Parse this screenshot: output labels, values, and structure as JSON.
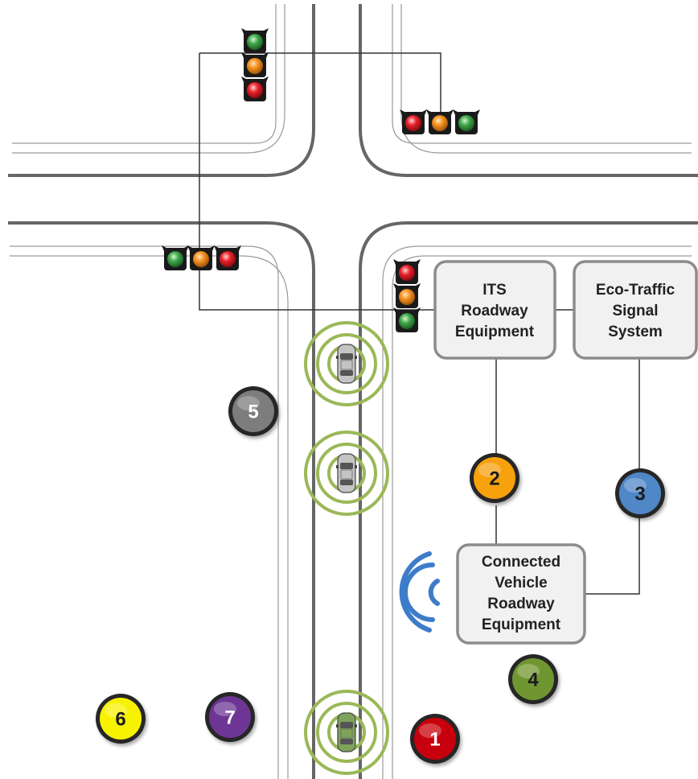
{
  "boxes": {
    "its": {
      "lines": [
        "ITS",
        "Roadway",
        "Equipment"
      ]
    },
    "eco": {
      "lines": [
        "Eco-Traffic",
        "Signal",
        "System"
      ]
    },
    "cv": {
      "lines": [
        "Connected",
        "Vehicle",
        "Roadway",
        "Equipment"
      ]
    }
  },
  "badges": [
    {
      "id": "1",
      "label": "1",
      "color": "#c8000a",
      "text_color": "#ffffff"
    },
    {
      "id": "2",
      "label": "2",
      "color": "#f7a10f",
      "text_color": "#1a1a1a"
    },
    {
      "id": "3",
      "label": "3",
      "color": "#4f87c7",
      "text_color": "#1a1a1a"
    },
    {
      "id": "4",
      "label": "4",
      "color": "#6f9631",
      "text_color": "#1a1a1a"
    },
    {
      "id": "5",
      "label": "5",
      "color": "#7d7d7d",
      "text_color": "#ffffff"
    },
    {
      "id": "6",
      "label": "6",
      "color": "#f7f200",
      "text_color": "#1a1a1a"
    },
    {
      "id": "7",
      "label": "7",
      "color": "#6d3494",
      "text_color": "#ffffff"
    }
  ],
  "colors": {
    "road": "#666666",
    "lane_line": "#9a9a9a",
    "wire": "#333333",
    "box_fill": "#f1f1f1",
    "box_stroke": "#8c8c8c",
    "signal_ring": "#9bb858",
    "broadcast": "#3d7cc9",
    "light_red": "#e8202a",
    "light_amber": "#f5921e",
    "light_green": "#3fa64a",
    "housing": "#1a1a1a",
    "car_gray": "#b8b8b8",
    "car_green": "#7ea35a"
  },
  "icons": {
    "traffic_light": "traffic-light-icon",
    "car": "car-icon",
    "wireless": "wireless-signal-icon"
  }
}
